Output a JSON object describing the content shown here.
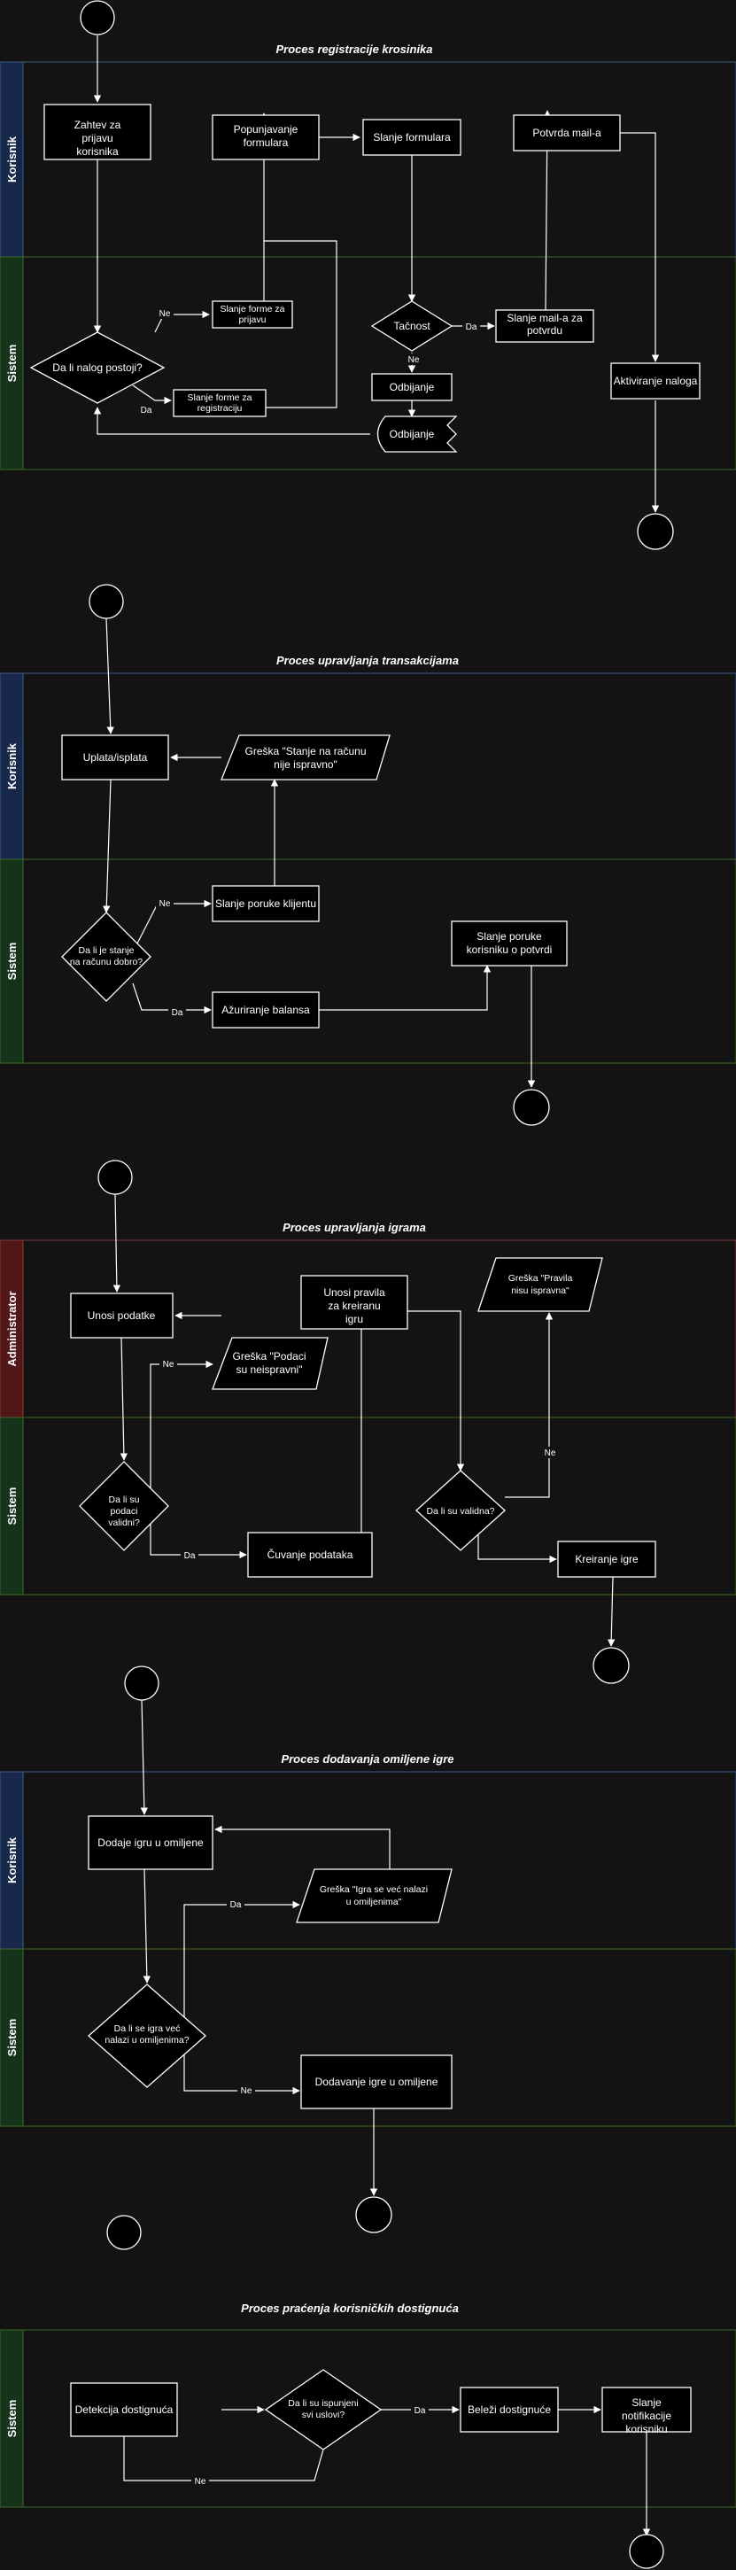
{
  "colors": {
    "background": "#131313",
    "korisnik_lane_border": "#3d5a8a",
    "korisnik_lane_header": "#17284a",
    "sistem_lane_border": "#3c6a2a",
    "sistem_lane_header": "#15321a",
    "administrator_lane_border": "#8a3a3a",
    "administrator_lane_header": "#521717"
  },
  "diagrams": [
    {
      "title": "Proces registracije krosinika",
      "lanes": [
        "Korisnik",
        "Sistem"
      ],
      "nodes": {
        "n1": "Zahtev za prijavu korisnika",
        "n2": "Popunjavanje formulara",
        "n3": "Slanje formulara",
        "n4": "Potvrda mail-a",
        "n5": "Da li nalog postoji?",
        "n6": "Slanje forme za prijavu",
        "n7": "Slanje forme za registraciju",
        "n8": "Tačnost",
        "n9": "Slanje mail-a za potvrdu",
        "n10": "Odbijanje",
        "n11": "Odbijanje",
        "n12": "Aktiviranje naloga"
      },
      "edge_labels": {
        "e1": "Ne",
        "e2": "Da",
        "e3": "Da",
        "e4": "Ne"
      }
    },
    {
      "title": "Proces upravljanja transakcijama",
      "lanes": [
        "Korisnik",
        "Sistem"
      ],
      "nodes": {
        "n1": "Uplata/isplata",
        "n2": "Greška \"Stanje na računu nije ispravno\"",
        "n3": "Da li je stanje na računu dobro?",
        "n4": "Slanje poruke klijentu",
        "n5": "Ažuriranje balansa",
        "n6": "Slanje poruke korisniku o potvrdi"
      },
      "edge_labels": {
        "e1": "Ne",
        "e2": "Da"
      }
    },
    {
      "title": "Proces upravljanja igrama",
      "lanes": [
        "Administrator",
        "Sistem"
      ],
      "nodes": {
        "n1": "Unosi podatke",
        "n2": "Greška \"Podaci su neispravni\"",
        "n3": "Unosi pravila za kreiranu igru",
        "n4": "Greška \"Pravila nisu ispravna\"",
        "n5": "Da li su podaci validni?",
        "n6": "Čuvanje podataka",
        "n7": "Da li su validna?",
        "n8": "Kreiranje igre"
      },
      "edge_labels": {
        "e1": "Ne",
        "e2": "Da",
        "e3": "Ne"
      }
    },
    {
      "title": "Proces dodavanja omiljene igre",
      "lanes": [
        "Korisnik",
        "Sistem"
      ],
      "nodes": {
        "n1": "Dodaje igru u omiljene",
        "n2": "Greška \"Igra se već nalazi u omiljenima\"",
        "n3": "Da li se igra već nalazi u omiljenima?",
        "n4": "Dodavanje igre u omiljene"
      },
      "edge_labels": {
        "e1": "Da",
        "e2": "Ne"
      }
    },
    {
      "title": "Proces praćenja korisničkih dostignuća",
      "lanes": [
        "Sistem"
      ],
      "nodes": {
        "n1": "Detekcija dostignuća",
        "n2": "Da li su ispunjeni svi uslovi?",
        "n3": "Beleži dostignuće",
        "n4": "Slanje notifikacije korisniku"
      },
      "edge_labels": {
        "e1": "Da",
        "e2": "Ne"
      }
    }
  ]
}
